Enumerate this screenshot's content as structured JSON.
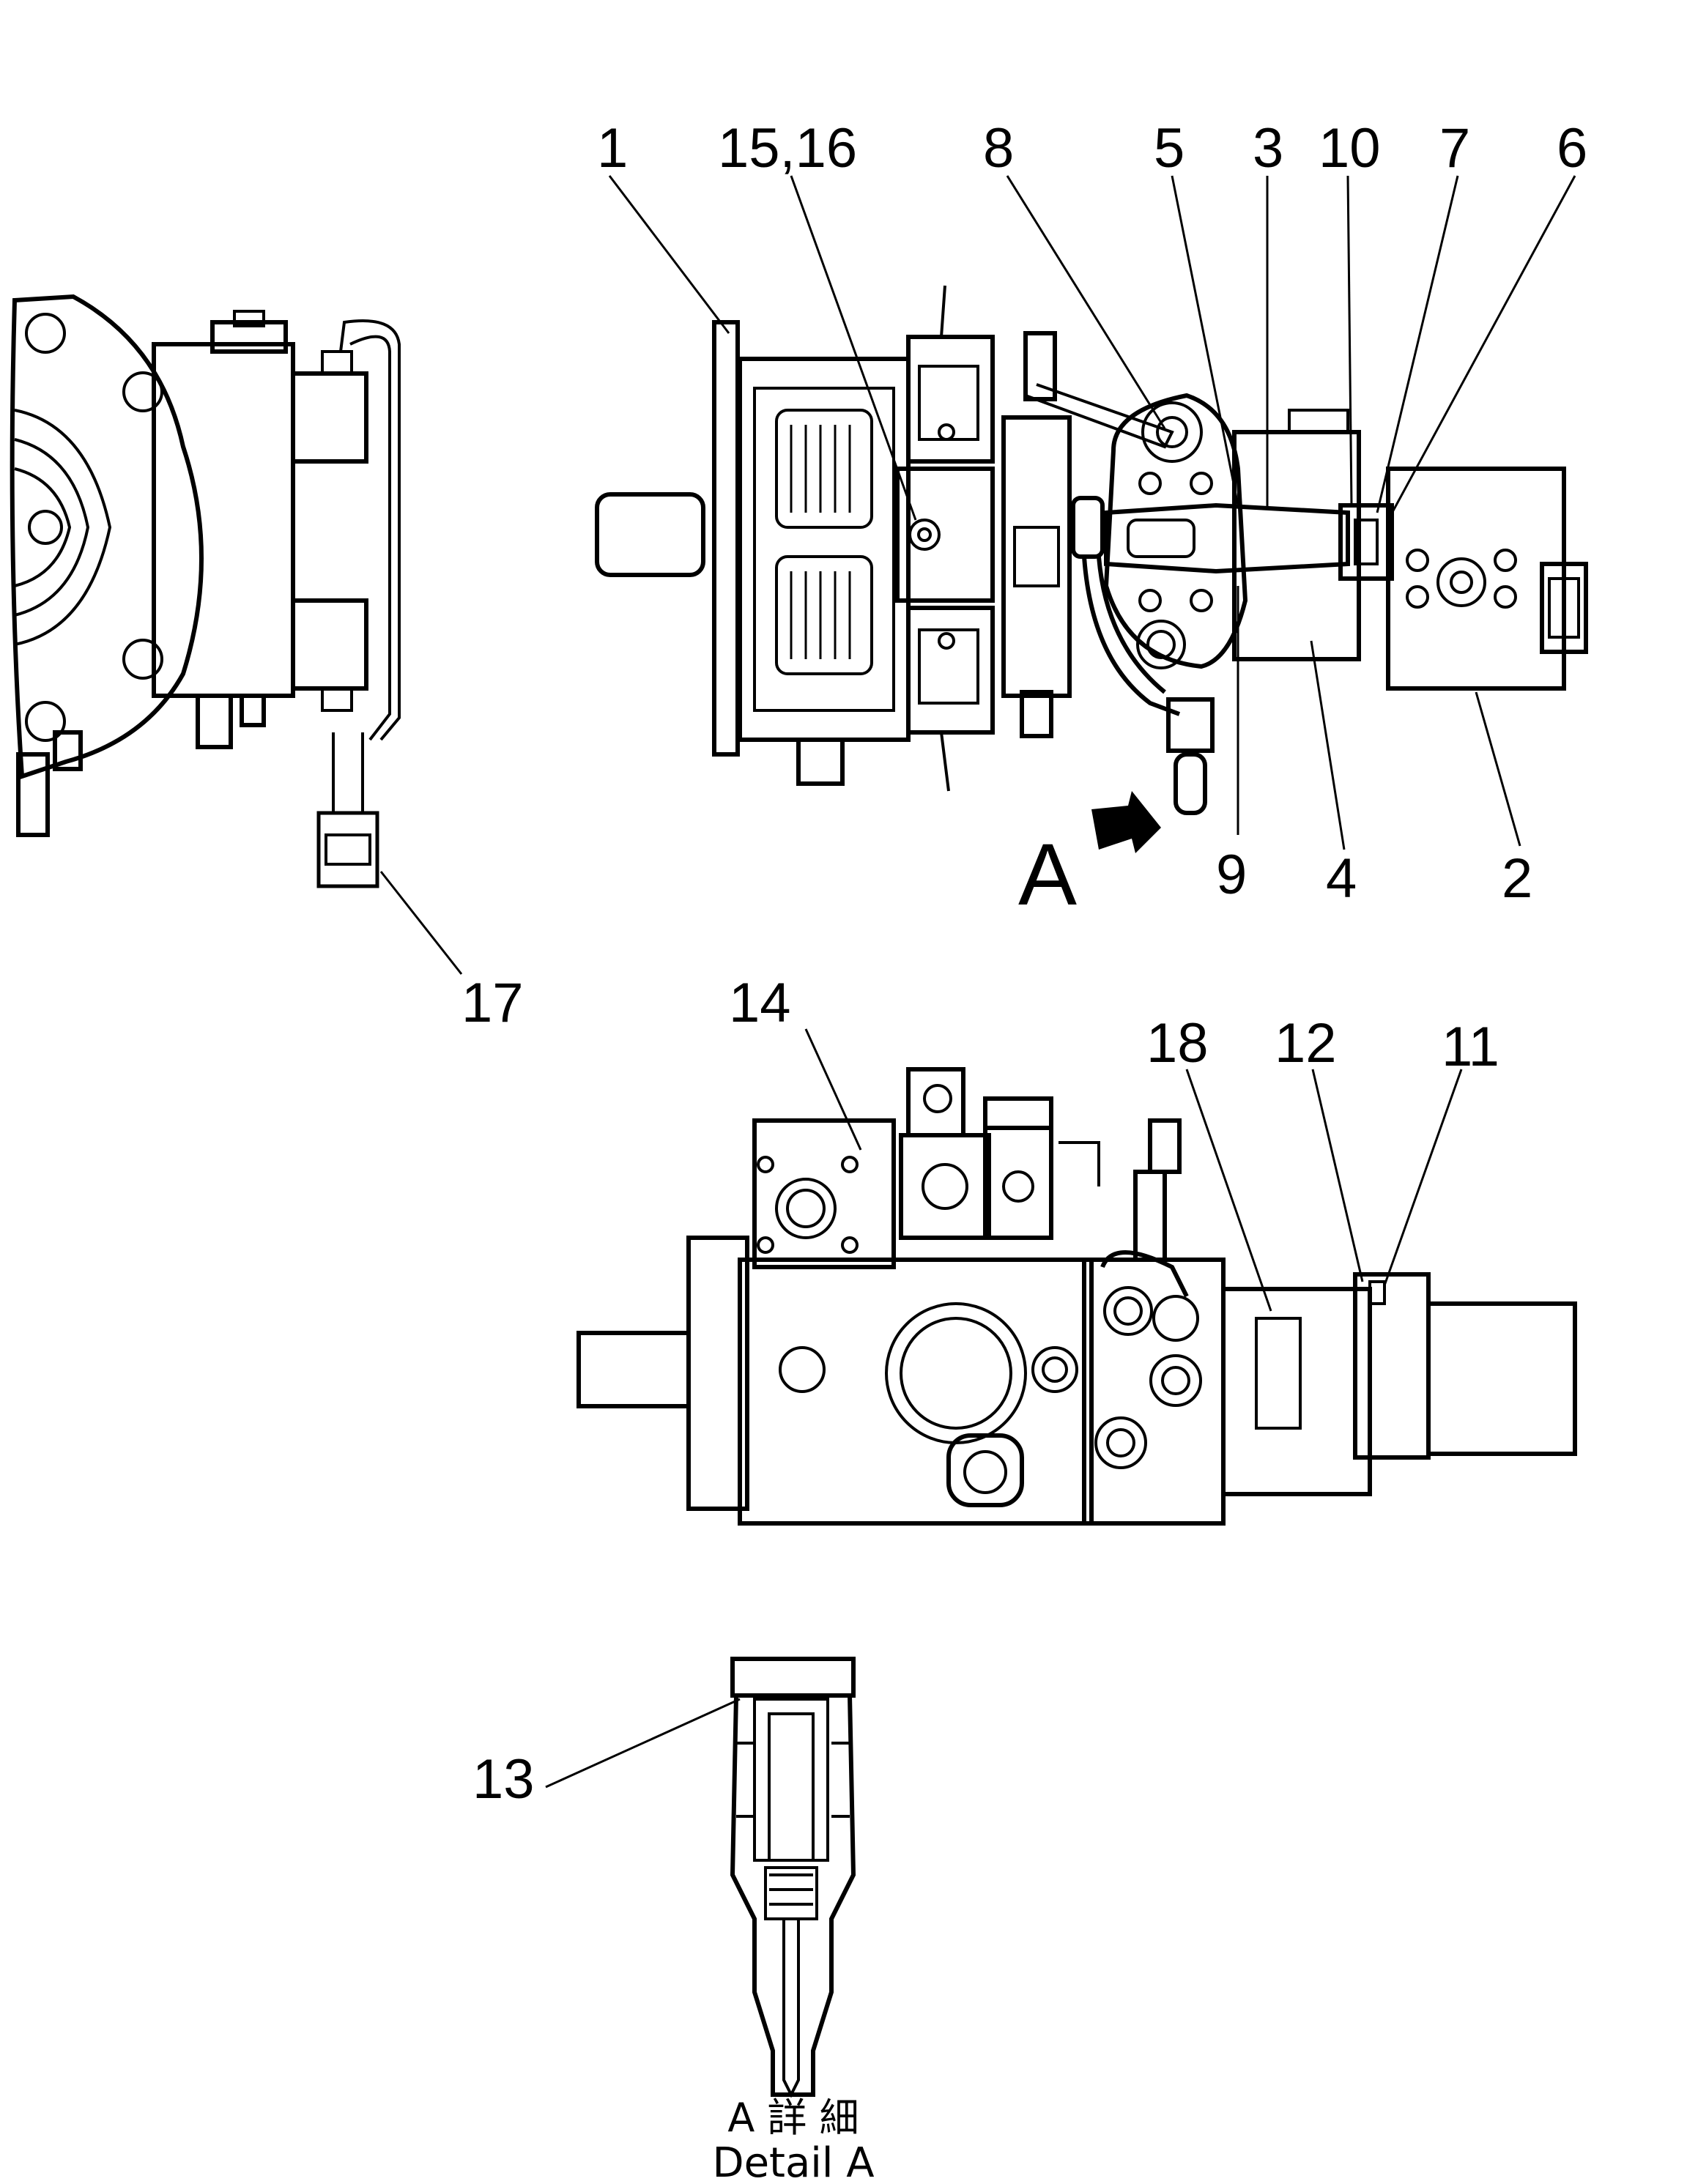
{
  "labels": {
    "n1": "1",
    "n15_16": "15,16",
    "n8": "8",
    "n5": "5",
    "n3": "3",
    "n10": "10",
    "n7": "7",
    "n6": "6",
    "n9": "9",
    "n4": "4",
    "n2": "2",
    "view_a": "A",
    "n17": "17",
    "n14": "14",
    "n18": "18",
    "n12": "12",
    "n11": "11",
    "n13": "13"
  },
  "caption": {
    "japanese": "A 詳 細",
    "english": "Detail A"
  }
}
